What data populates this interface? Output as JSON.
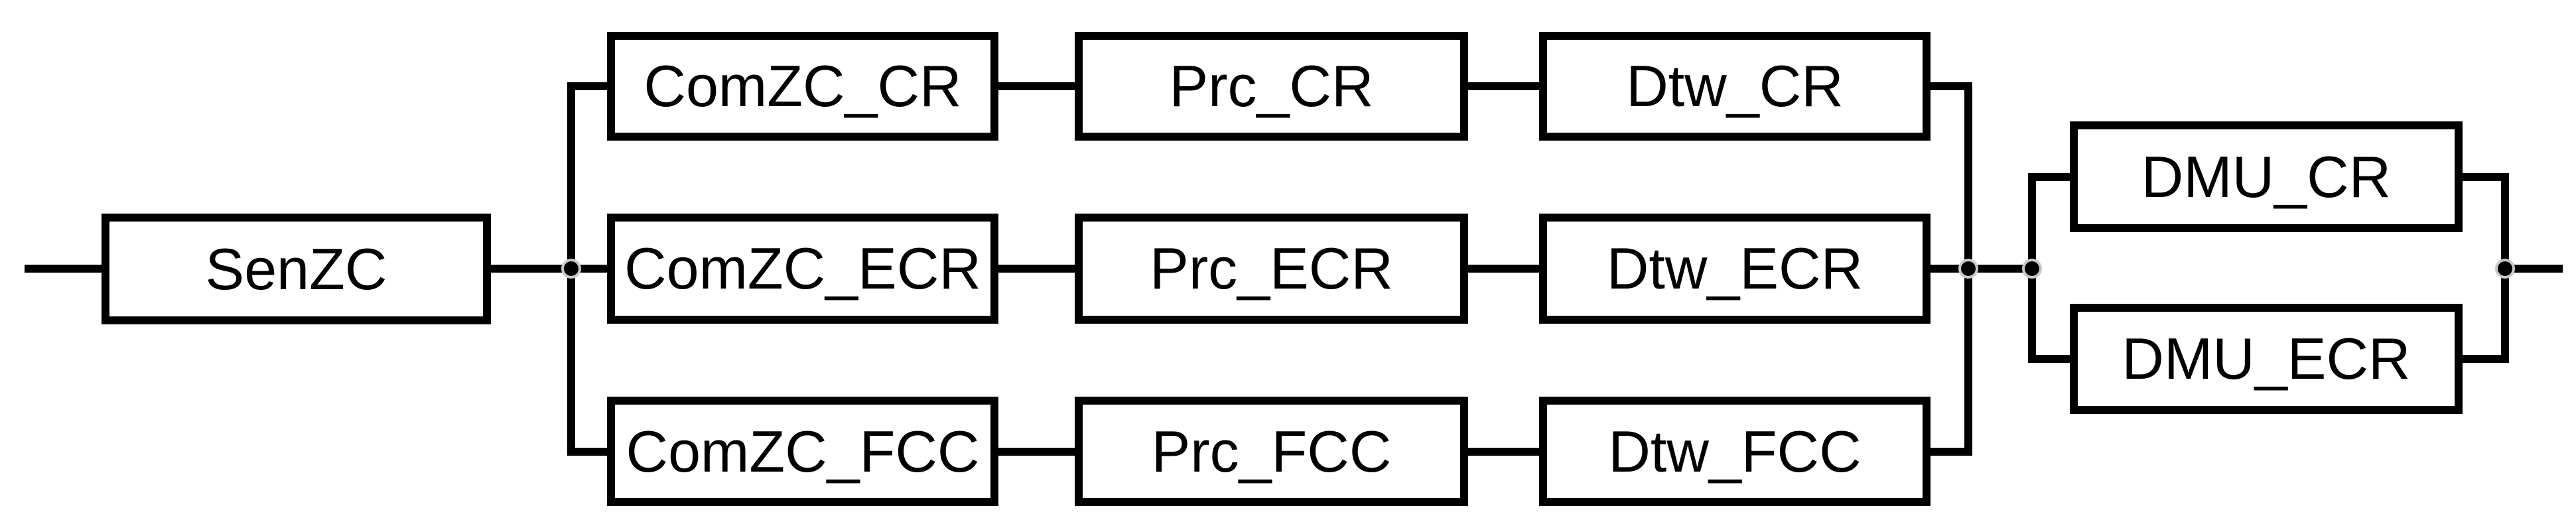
{
  "diagram": {
    "type": "reliability-block-diagram",
    "colors": {
      "stroke": "#000000",
      "box_fill": "#ffffff",
      "background": "#ffffff",
      "junction_dot": "#000000",
      "junction_ring": "#c9c9c9"
    },
    "structure": {
      "series_order": [
        {
          "stage": 1,
          "parallel_paths": [
            [
              "SenZC"
            ]
          ]
        },
        {
          "stage": 2,
          "parallel_paths": [
            [
              "ComZC_CR",
              "Prc_CR",
              "Dtw_CR"
            ],
            [
              "ComZC_ECR",
              "Prc_ECR",
              "Dtw_ECR"
            ],
            [
              "ComZC_FCC",
              "Prc_FCC",
              "Dtw_FCC"
            ]
          ]
        },
        {
          "stage": 3,
          "parallel_paths": [
            [
              "DMU_CR"
            ],
            [
              "DMU_ECR"
            ]
          ]
        }
      ]
    }
  },
  "nodes": {
    "senzc": {
      "label": "SenZC"
    },
    "comzc_cr": {
      "label": "ComZC_CR"
    },
    "prc_cr": {
      "label": "Prc_CR"
    },
    "dtw_cr": {
      "label": "Dtw_CR"
    },
    "comzc_ecr": {
      "label": "ComZC_ECR"
    },
    "prc_ecr": {
      "label": "Prc_ECR"
    },
    "dtw_ecr": {
      "label": "Dtw_ECR"
    },
    "comzc_fcc": {
      "label": "ComZC_FCC"
    },
    "prc_fcc": {
      "label": "Prc_FCC"
    },
    "dtw_fcc": {
      "label": "Dtw_FCC"
    },
    "dmu_cr": {
      "label": "DMU_CR"
    },
    "dmu_ecr": {
      "label": "DMU_ECR"
    }
  }
}
